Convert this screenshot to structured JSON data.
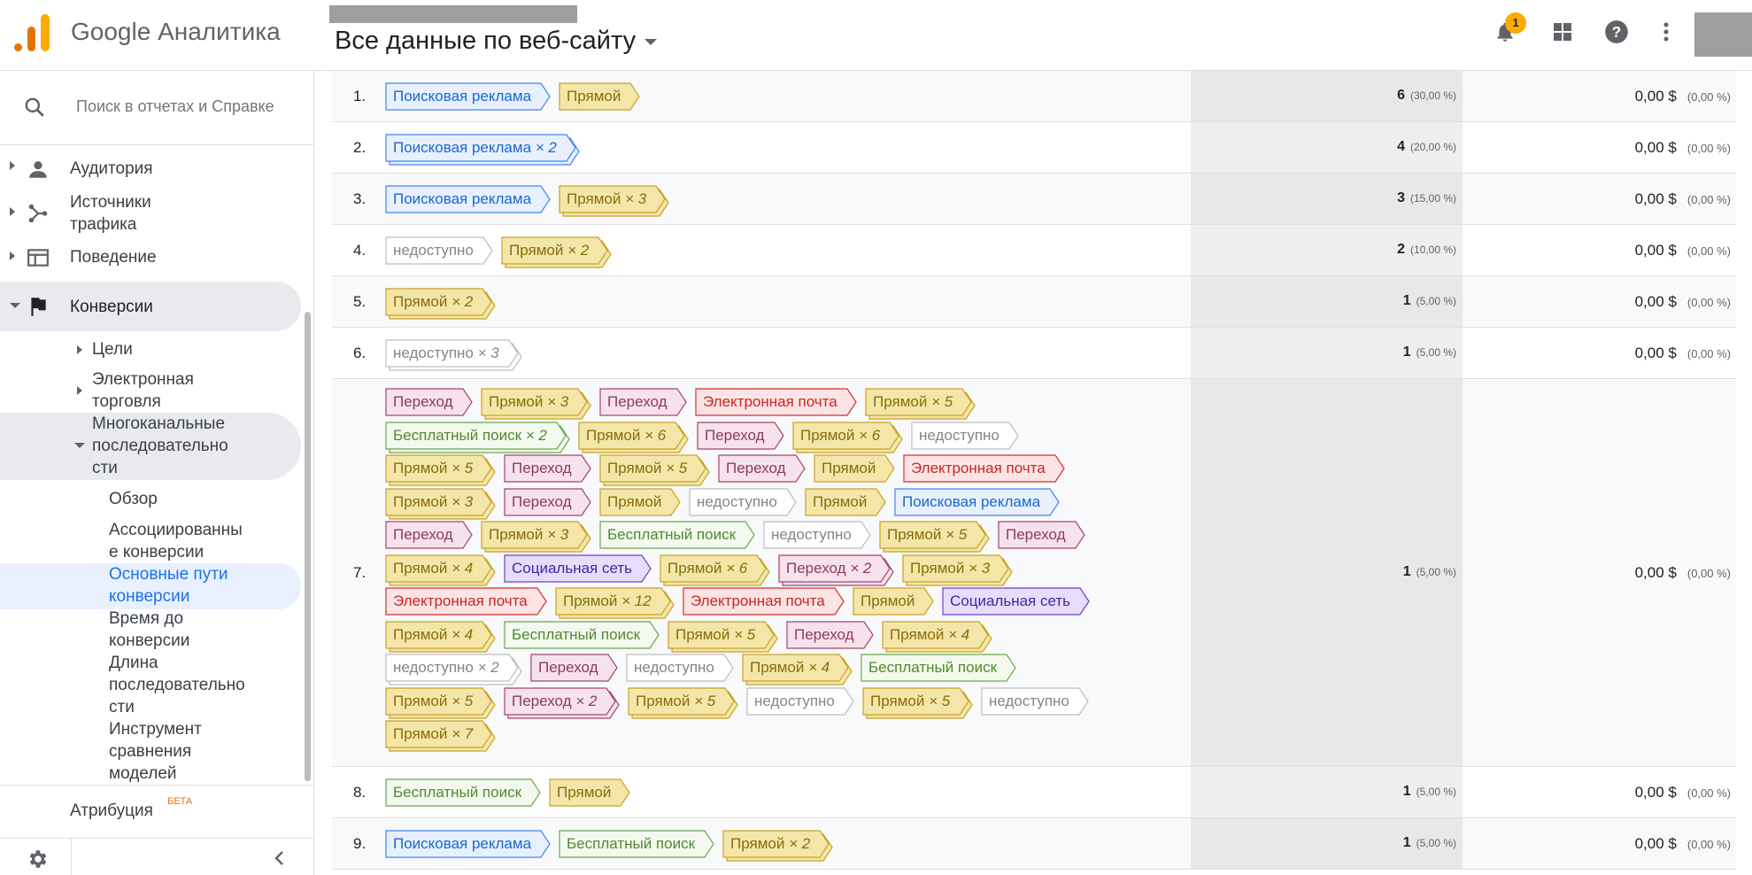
{
  "header": {
    "brand": "Google Аналитика",
    "view_title": "Все данные по веб-сайту",
    "notification_count": "1"
  },
  "search": {
    "placeholder": "Поиск в отчетах и Справке"
  },
  "nav": {
    "audience": "Аудитория",
    "acquisition_1": "Источники",
    "acquisition_2": "трафика",
    "behavior": "Поведение",
    "conversions": "Конверсии",
    "goals": "Цели",
    "ecommerce_1": "Электронная",
    "ecommerce_2": "торговля",
    "multichannel_1": "Многоканальные",
    "multichannel_2": "последовательно",
    "multichannel_3": "сти",
    "overview": "Обзор",
    "assisted_1": "Ассоциированны",
    "assisted_2": "е конверсии",
    "top_paths_1": "Основные пути",
    "top_paths_2": "конверсии",
    "time_lag_1": "Время до",
    "time_lag_2": "конверсии",
    "path_length_1": "Длина",
    "path_length_2": "последовательно",
    "path_length_3": "сти",
    "model_comp_1": "Инструмент",
    "model_comp_2": "сравнения",
    "model_comp_3": "моделей",
    "attribution": "Атрибуция",
    "beta": "БЕТА"
  },
  "colors": {
    "paid": "#4285f4",
    "direct": "#c9a227",
    "referral": "#a6436f",
    "email": "#d32f2f",
    "organic": "#6aa84f",
    "social": "#6e3fc9",
    "unavailable": "#bdbdbd"
  },
  "rows": [
    {
      "num": "1.",
      "count": "6",
      "pct": "(30,00 %)",
      "value": "0,00 $",
      "vpct": "(0,00 %)",
      "chips": [
        {
          "t": "paid",
          "label": "Поисковая реклама"
        },
        {
          "t": "direct",
          "label": "Прямой"
        }
      ]
    },
    {
      "num": "2.",
      "count": "4",
      "pct": "(20,00 %)",
      "value": "0,00 $",
      "vpct": "(0,00 %)",
      "chips": [
        {
          "t": "paid",
          "label": "Поисковая реклама",
          "mult": "× 2"
        }
      ]
    },
    {
      "num": "3.",
      "count": "3",
      "pct": "(15,00 %)",
      "value": "0,00 $",
      "vpct": "(0,00 %)",
      "chips": [
        {
          "t": "paid",
          "label": "Поисковая реклама"
        },
        {
          "t": "direct",
          "label": "Прямой",
          "mult": "× 3"
        }
      ]
    },
    {
      "num": "4.",
      "count": "2",
      "pct": "(10,00 %)",
      "value": "0,00 $",
      "vpct": "(0,00 %)",
      "chips": [
        {
          "t": "unavailable",
          "label": "недоступно"
        },
        {
          "t": "direct",
          "label": "Прямой",
          "mult": "× 2"
        }
      ]
    },
    {
      "num": "5.",
      "count": "1",
      "pct": "(5,00 %)",
      "value": "0,00 $",
      "vpct": "(0,00 %)",
      "chips": [
        {
          "t": "direct",
          "label": "Прямой",
          "mult": "× 2"
        }
      ]
    },
    {
      "num": "6.",
      "count": "1",
      "pct": "(5,00 %)",
      "value": "0,00 $",
      "vpct": "(0,00 %)",
      "chips": [
        {
          "t": "unavailable",
          "label": "недоступно",
          "mult": "× 3"
        }
      ]
    },
    {
      "num": "7.",
      "count": "1",
      "pct": "(5,00 %)",
      "value": "0,00 $",
      "vpct": "(0,00 %)",
      "lines": [
        [
          {
            "t": "referral",
            "label": "Переход"
          },
          {
            "t": "direct",
            "label": "Прямой",
            "mult": "× 3"
          },
          {
            "t": "referral",
            "label": "Переход"
          },
          {
            "t": "email",
            "label": "Электронная почта"
          },
          {
            "t": "direct",
            "label": "Прямой",
            "mult": "× 5"
          }
        ],
        [
          {
            "t": "organic",
            "label": "Бесплатный поиск",
            "mult": "× 2"
          },
          {
            "t": "direct",
            "label": "Прямой",
            "mult": "× 6"
          },
          {
            "t": "referral",
            "label": "Переход"
          },
          {
            "t": "direct",
            "label": "Прямой",
            "mult": "× 6"
          },
          {
            "t": "unavailable",
            "label": "недоступно"
          }
        ],
        [
          {
            "t": "direct",
            "label": "Прямой",
            "mult": "× 5"
          },
          {
            "t": "referral",
            "label": "Переход"
          },
          {
            "t": "direct",
            "label": "Прямой",
            "mult": "× 5"
          },
          {
            "t": "referral",
            "label": "Переход"
          },
          {
            "t": "direct",
            "label": "Прямой"
          },
          {
            "t": "email",
            "label": "Электронная почта"
          }
        ],
        [
          {
            "t": "direct",
            "label": "Прямой",
            "mult": "× 3"
          },
          {
            "t": "referral",
            "label": "Переход"
          },
          {
            "t": "direct",
            "label": "Прямой"
          },
          {
            "t": "unavailable",
            "label": "недоступно"
          },
          {
            "t": "direct",
            "label": "Прямой"
          },
          {
            "t": "paid",
            "label": "Поисковая реклама"
          }
        ],
        [
          {
            "t": "referral",
            "label": "Переход"
          },
          {
            "t": "direct",
            "label": "Прямой",
            "mult": "× 3"
          },
          {
            "t": "organic",
            "label": "Бесплатный поиск"
          },
          {
            "t": "unavailable",
            "label": "недоступно"
          },
          {
            "t": "direct",
            "label": "Прямой",
            "mult": "× 5"
          },
          {
            "t": "referral",
            "label": "Переход"
          }
        ],
        [
          {
            "t": "direct",
            "label": "Прямой",
            "mult": "× 4"
          },
          {
            "t": "social",
            "label": "Социальная сеть"
          },
          {
            "t": "direct",
            "label": "Прямой",
            "mult": "× 6"
          },
          {
            "t": "referral",
            "label": "Переход",
            "mult": "× 2"
          },
          {
            "t": "direct",
            "label": "Прямой",
            "mult": "× 3"
          }
        ],
        [
          {
            "t": "email",
            "label": "Электронная почта"
          },
          {
            "t": "direct",
            "label": "Прямой",
            "mult": "× 12"
          },
          {
            "t": "email",
            "label": "Электронная почта"
          },
          {
            "t": "direct",
            "label": "Прямой"
          },
          {
            "t": "social",
            "label": "Социальная сеть"
          }
        ],
        [
          {
            "t": "direct",
            "label": "Прямой",
            "mult": "× 4"
          },
          {
            "t": "organic",
            "label": "Бесплатный поиск"
          },
          {
            "t": "direct",
            "label": "Прямой",
            "mult": "× 5"
          },
          {
            "t": "referral",
            "label": "Переход"
          },
          {
            "t": "direct",
            "label": "Прямой",
            "mult": "× 4"
          }
        ],
        [
          {
            "t": "unavailable",
            "label": "недоступно",
            "mult": "× 2"
          },
          {
            "t": "referral",
            "label": "Переход"
          },
          {
            "t": "unavailable",
            "label": "недоступно"
          },
          {
            "t": "direct",
            "label": "Прямой",
            "mult": "× 4"
          },
          {
            "t": "organic",
            "label": "Бесплатный поиск"
          }
        ],
        [
          {
            "t": "direct",
            "label": "Прямой",
            "mult": "× 5"
          },
          {
            "t": "referral",
            "label": "Переход",
            "mult": "× 2"
          },
          {
            "t": "direct",
            "label": "Прямой",
            "mult": "× 5"
          },
          {
            "t": "unavailable",
            "label": "недоступно"
          },
          {
            "t": "direct",
            "label": "Прямой",
            "mult": "× 5"
          },
          {
            "t": "unavailable",
            "label": "недоступно"
          }
        ],
        [
          {
            "t": "direct",
            "label": "Прямой",
            "mult": "× 7"
          }
        ]
      ]
    },
    {
      "num": "8.",
      "count": "1",
      "pct": "(5,00 %)",
      "value": "0,00 $",
      "vpct": "(0,00 %)",
      "chips": [
        {
          "t": "organic",
          "label": "Бесплатный поиск"
        },
        {
          "t": "direct",
          "label": "Прямой"
        }
      ]
    },
    {
      "num": "9.",
      "count": "1",
      "pct": "(5,00 %)",
      "value": "0,00 $",
      "vpct": "(0,00 %)",
      "chips": [
        {
          "t": "paid",
          "label": "Поисковая реклама"
        },
        {
          "t": "organic",
          "label": "Бесплатный поиск"
        },
        {
          "t": "direct",
          "label": "Прямой",
          "mult": "× 2"
        }
      ]
    }
  ]
}
